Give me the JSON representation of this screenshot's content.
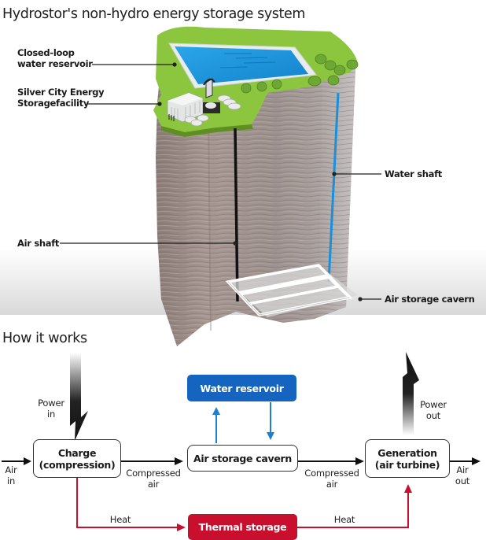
{
  "title": "Hydrostor's non-hydro energy storage system",
  "subtitle": "How it works",
  "illustration": {
    "callouts": {
      "water_reservoir": [
        "Closed-loop",
        "water reservoir"
      ],
      "facility": [
        "Silver City Energy",
        "Storagefacility"
      ],
      "water_shaft": "Water shaft",
      "air_shaft": "Air shaft",
      "air_cavern": "Air storage cavern"
    },
    "colors": {
      "grass": "#8cc63f",
      "water": "#1e9be0",
      "water_shaft": "#1d8fd8",
      "rock": "#9a8f8c",
      "air_shaft": "#111111"
    }
  },
  "flow": {
    "power_in": [
      "Power",
      "in"
    ],
    "power_out": [
      "Power",
      "out"
    ],
    "air_in": [
      "Air",
      "in"
    ],
    "air_out": [
      "Air",
      "out"
    ],
    "compressed_air_1": [
      "Compressed",
      "air"
    ],
    "compressed_air_2": [
      "Compressed",
      "air"
    ],
    "heat_1": "Heat",
    "heat_2": "Heat",
    "charge_box": [
      "Charge",
      "(compression)"
    ],
    "cavern_box": "Air storage cavern",
    "generation_box": [
      "Generation",
      "(air turbine)"
    ],
    "water_box": "Water reservoir",
    "thermal_box": "Thermal storage",
    "colors": {
      "water_box": "#1565c0",
      "thermal_box": "#c8102e",
      "heat_arrow": "#c8102e",
      "water_arrow": "#1e7fd0",
      "air_arrow": "#111111"
    }
  }
}
